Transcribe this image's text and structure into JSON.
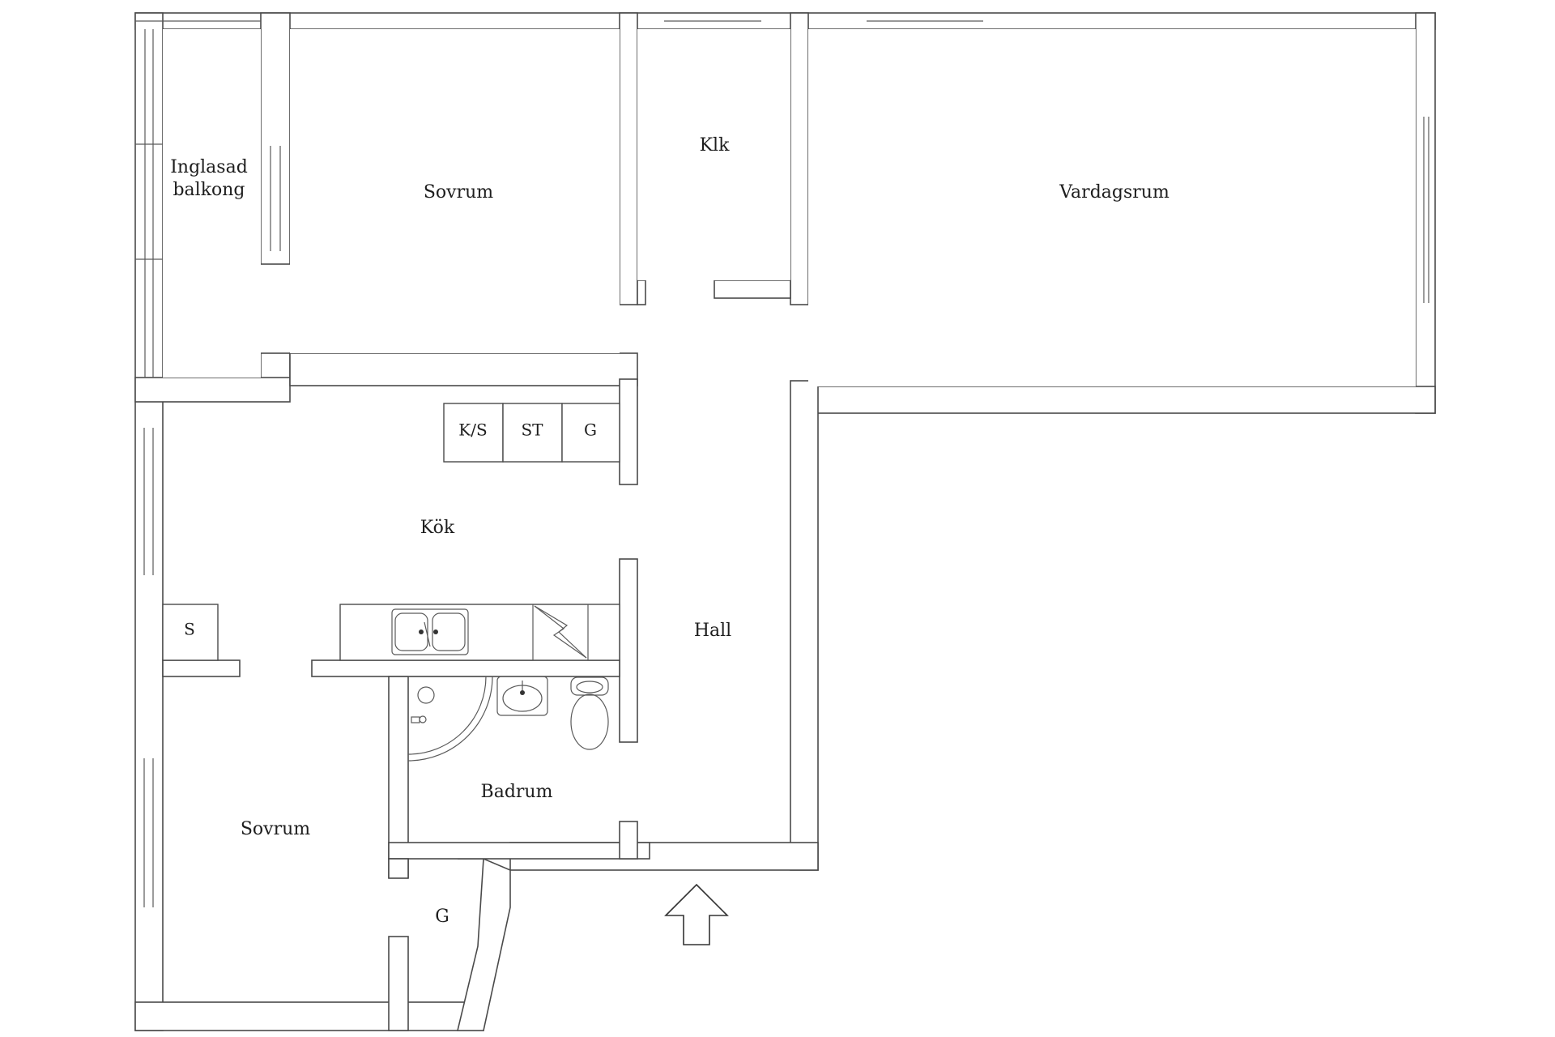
{
  "rooms": {
    "balcony_line1": "Inglasad",
    "balcony_line2": "balkong",
    "bedroom_top": "Sovrum",
    "closet_top": "Klk",
    "living_room": "Vardagsrum",
    "kitchen": "Kök",
    "hall": "Hall",
    "bathroom": "Badrum",
    "bedroom_bottom": "Sovrum",
    "wardrobe_bottom": "G"
  },
  "fixtures": {
    "fridge_freezer": "K/S",
    "stove": "ST",
    "kitchen_cabinet": "G",
    "kitchen_storage": "S"
  },
  "entrance_arrow_icon": "up-arrow-icon"
}
